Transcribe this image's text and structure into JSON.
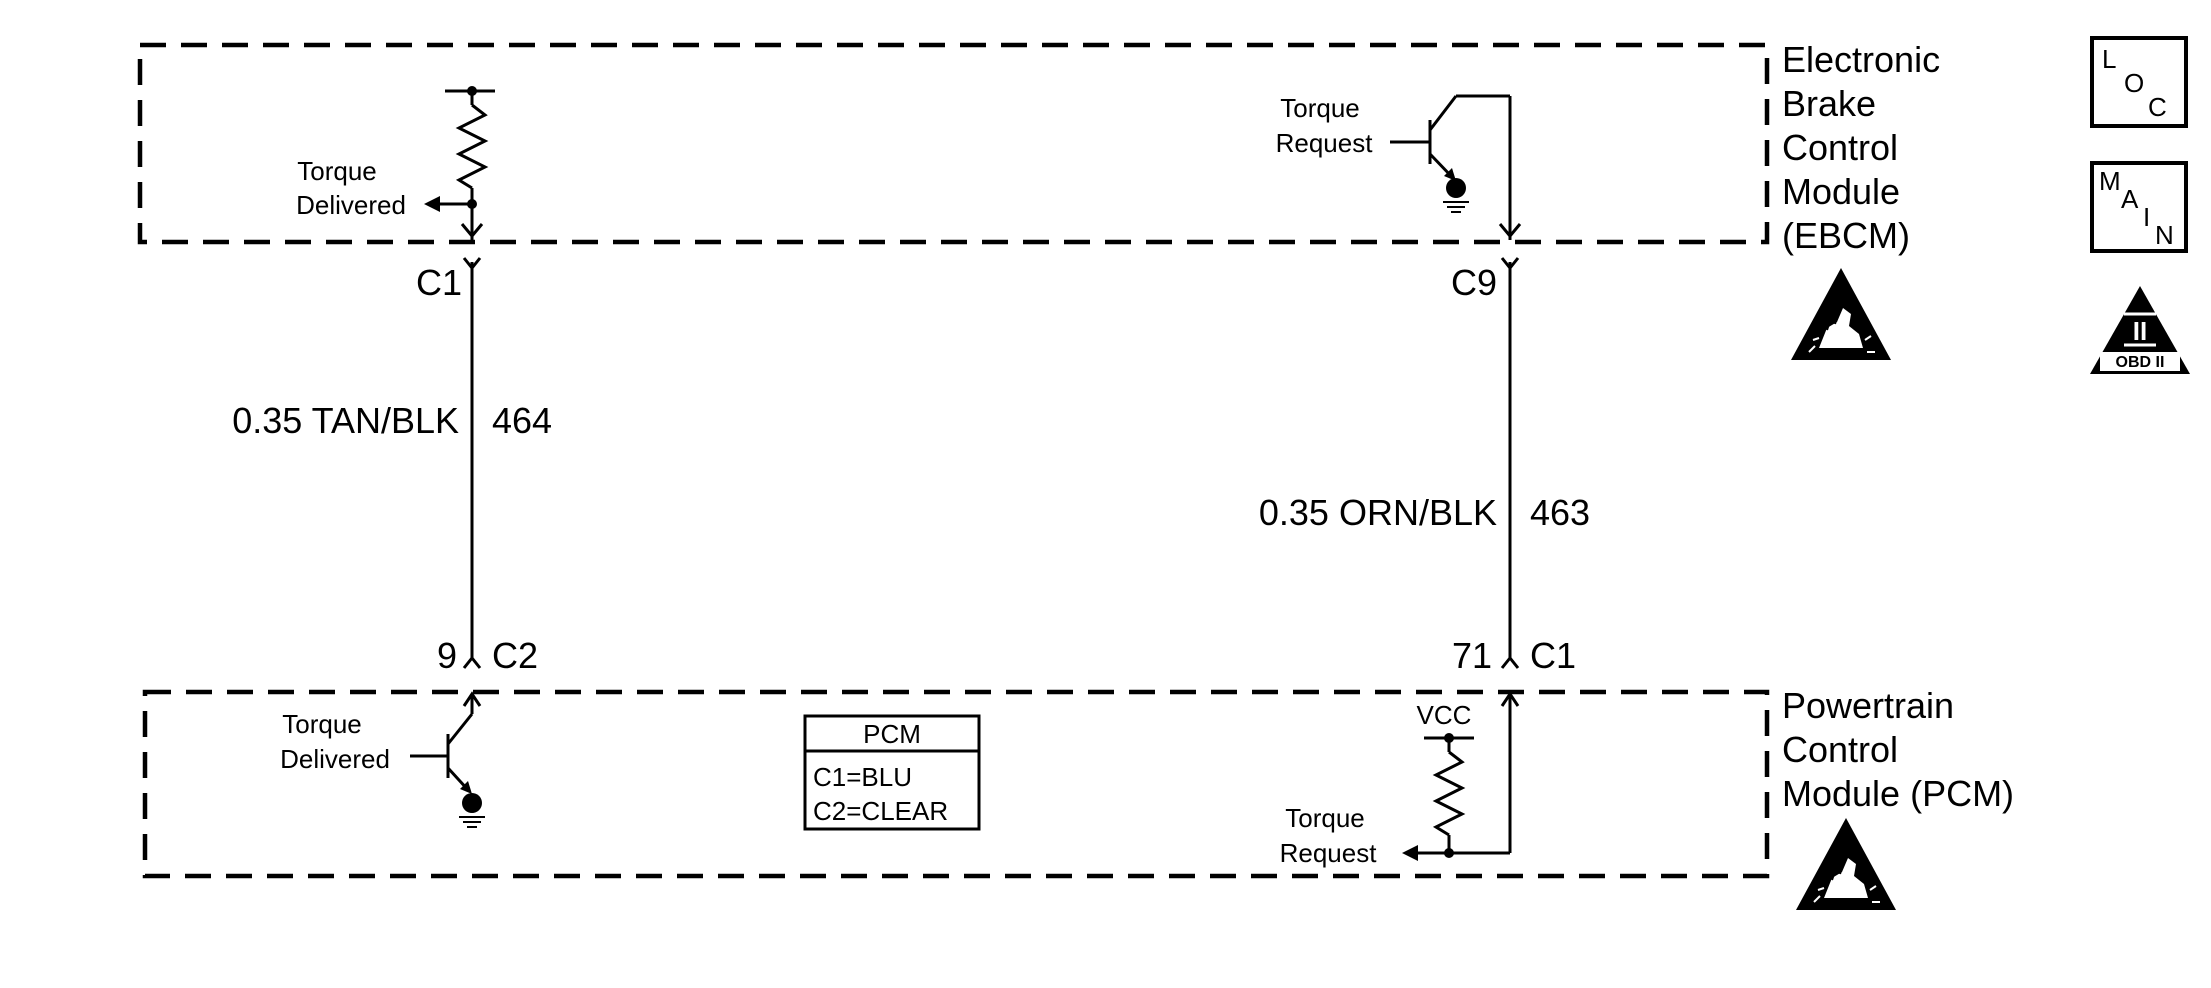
{
  "modules": {
    "ebcm": {
      "name_lines": [
        "Electronic",
        "Brake",
        "Control",
        "Module",
        "(EBCM)"
      ]
    },
    "pcm": {
      "name_lines": [
        "Powertrain",
        "Control",
        "Module (PCM)"
      ]
    }
  },
  "ebcm_circuits": {
    "torque_delivered": [
      "Torque",
      "Delivered"
    ],
    "torque_request": [
      "Torque",
      "Request"
    ]
  },
  "pcm_circuits": {
    "torque_delivered": [
      "Torque",
      "Delivered"
    ],
    "torque_request": [
      "Torque",
      "Request"
    ],
    "vcc": "VCC"
  },
  "wires": [
    {
      "top_connector": "C1",
      "wire_label": "0.35 TAN/BLK",
      "circuit": "464",
      "bottom_pin": "9",
      "bottom_connector": "C2"
    },
    {
      "top_connector": "C9",
      "wire_label": "0.35 ORN/BLK",
      "circuit": "463",
      "bottom_pin": "71",
      "bottom_connector": "C1"
    }
  ],
  "connector_table": {
    "title": "PCM",
    "rows": [
      "C1=BLU",
      "C2=CLEAR"
    ]
  },
  "symbols": {
    "loc": {
      "letters": [
        "L",
        "O",
        "C"
      ]
    },
    "main": {
      "letters": [
        "M",
        "A",
        "I",
        "N"
      ]
    },
    "obd": {
      "numeral": "II",
      "label": "OBD II"
    },
    "esd_icon": "esd-sensitive-hand-icon"
  }
}
